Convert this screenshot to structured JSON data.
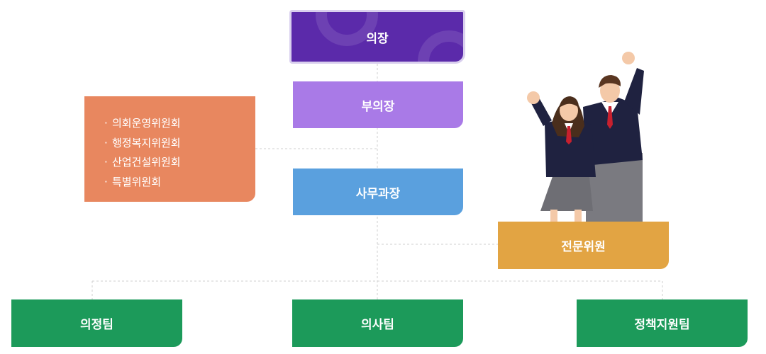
{
  "org": {
    "chair": "의장",
    "vice_chair": "부의장",
    "secretary_chief": "사무과장",
    "committees": [
      "의회운영위원회",
      "행정복지위원회",
      "산업건설위원회",
      "특별위원회"
    ],
    "experts": "전문위원",
    "teams": [
      "의정팀",
      "의사팀",
      "정책지원팀"
    ]
  },
  "colors": {
    "chair": "#5b2aaa",
    "vice_chair": "#a97ae7",
    "secretary_chief": "#5aa0de",
    "committees": "#e8875f",
    "experts": "#e2a443",
    "teams": "#1c9a5a",
    "connector": "#c8c8c8"
  },
  "illustration": "two-waving-students"
}
